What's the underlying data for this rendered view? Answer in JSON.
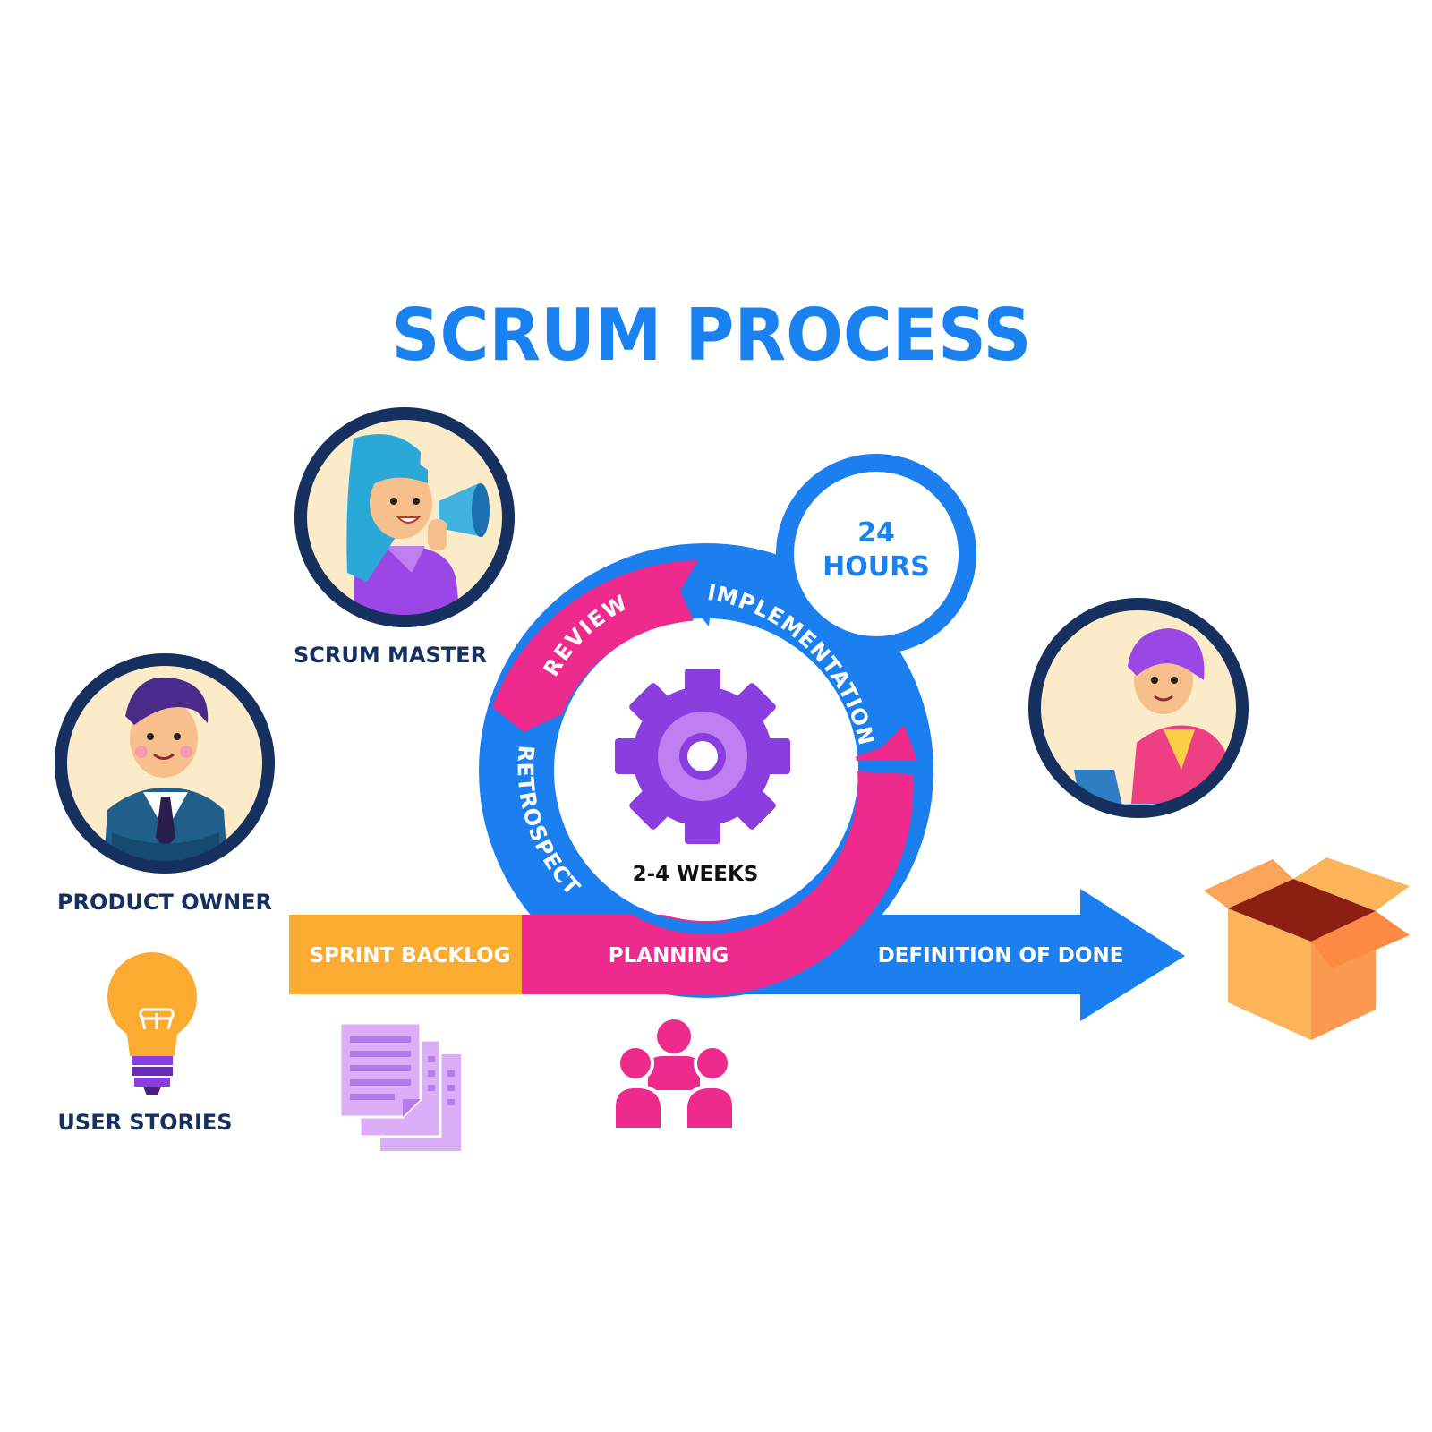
{
  "title": "SCRUM PROCESS",
  "roles": {
    "scrum_master": "SCRUM MASTER",
    "product_owner": "PRODUCT OWNER",
    "user_stories": "USER STORIES"
  },
  "cycle": {
    "review": "REVIEW",
    "implementation": "IMPLEMENTATION",
    "retrospect": "RETROSPECT",
    "duration": "2-4 WEEKS"
  },
  "daily": {
    "line1": "24",
    "line2": "HOURS"
  },
  "flow": {
    "sprint_backlog": "SPRINT BACKLOG",
    "planning": "PLANNING",
    "definition_of_done": "DEFINITION OF DONE"
  },
  "colors": {
    "title_blue": "#1a82f0",
    "navy": "#16305f",
    "magenta": "#ee2a8c",
    "blue": "#1b7ff0",
    "orange": "#fbab30",
    "purple": "#8a3ee0",
    "light_purple": "#dcaef7",
    "skin_bg": "#fcebc8"
  },
  "icons": [
    "scrum-master-avatar",
    "product-owner-avatar",
    "developer-avatar",
    "lightbulb-icon",
    "documents-icon",
    "team-icon",
    "gear-icon",
    "open-box-icon"
  ]
}
